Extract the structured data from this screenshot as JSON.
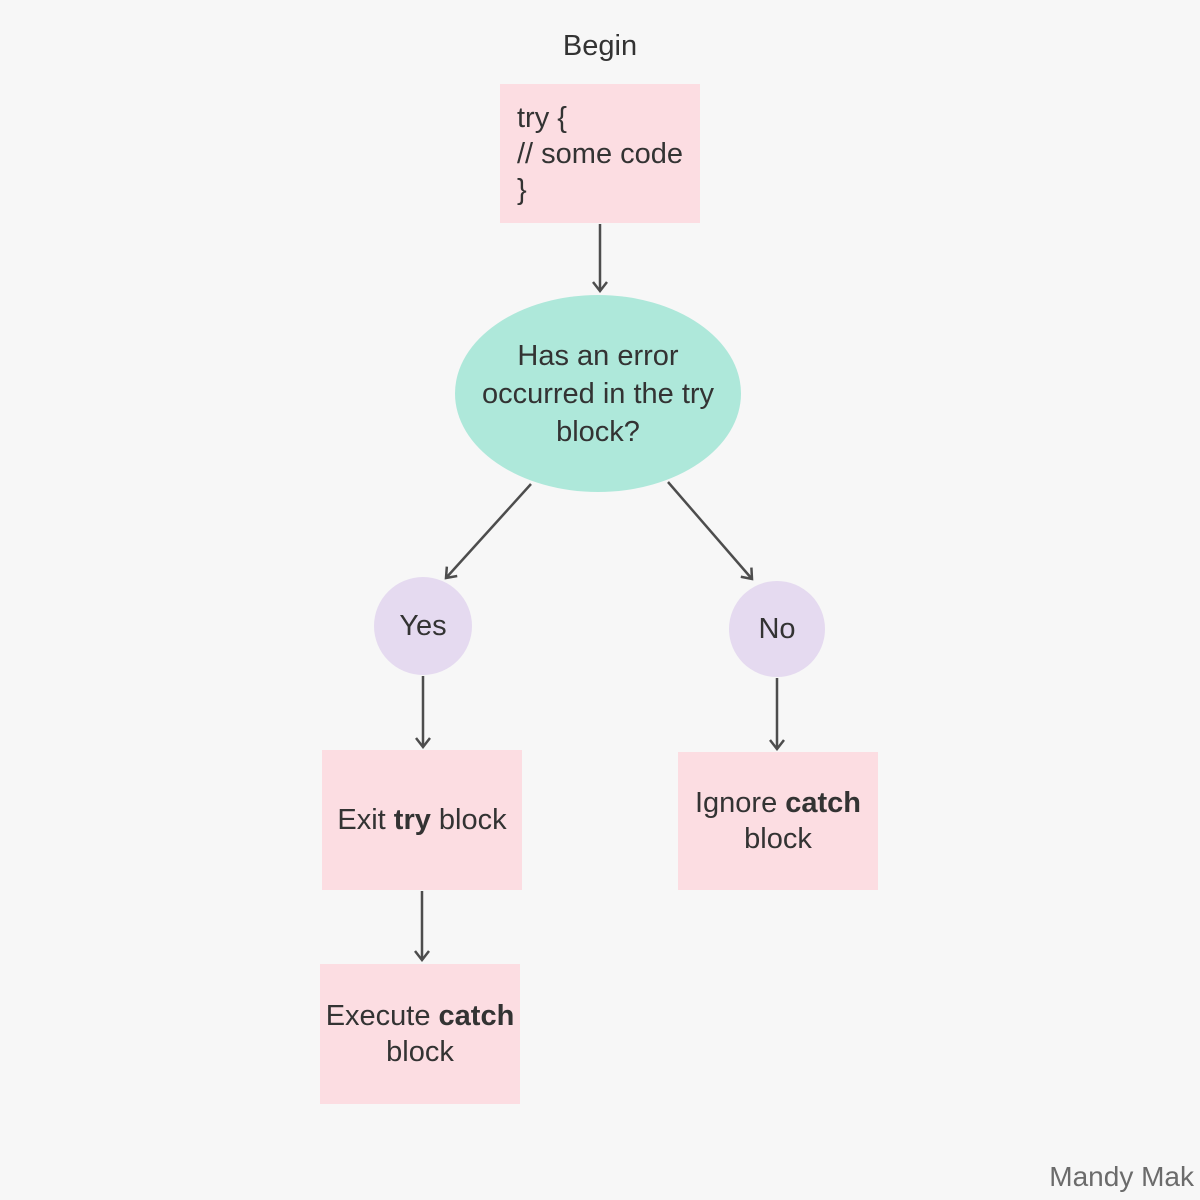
{
  "diagram": {
    "begin_label": "Begin",
    "try_box": {
      "lines": [
        "try {",
        "// some code",
        "}"
      ]
    },
    "decision": {
      "lines": [
        "Has an error",
        "occurred in the try",
        "block?"
      ]
    },
    "yes_node": {
      "label": "Yes"
    },
    "no_node": {
      "label": "No"
    },
    "exit_try": {
      "pre": "Exit ",
      "bold": "try",
      "post": " block"
    },
    "ignore_catch": {
      "line1_pre": "Ignore ",
      "line1_bold": "catch",
      "line2": "block"
    },
    "execute_catch": {
      "line1_pre": "Execute ",
      "line1_bold": "catch",
      "line2": "block"
    },
    "watermark": "Mandy Mak",
    "colors": {
      "background": "#f7f7f7",
      "process_box": "#fcdde2",
      "decision_ellipse": "#aee8da",
      "branch_circle": "#e5daf0",
      "arrow": "#4d4d4d",
      "text": "#333333",
      "watermark_text": "#6b6b6b"
    }
  }
}
